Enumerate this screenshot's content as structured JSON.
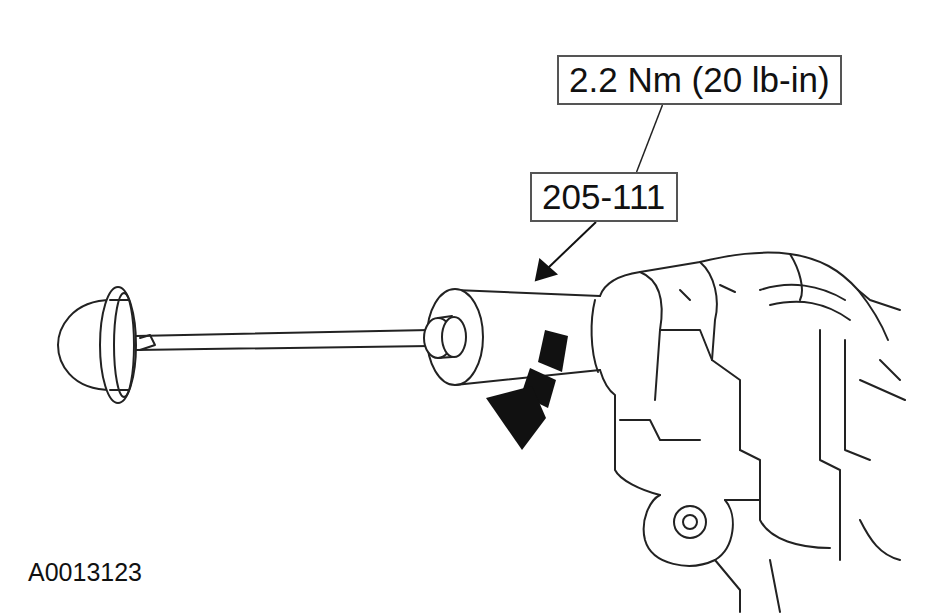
{
  "diagram": {
    "nodes": [
      {
        "text": [
          "2.2 Nm (20 lb-in)"
        ]
      },
      {
        "text": [
          "205-111"
        ]
      }
    ],
    "edges": [
      {
        "from": 0,
        "to": 1,
        "arrow": "none"
      }
    ],
    "labels": [
      "A0013123"
    ]
  }
}
